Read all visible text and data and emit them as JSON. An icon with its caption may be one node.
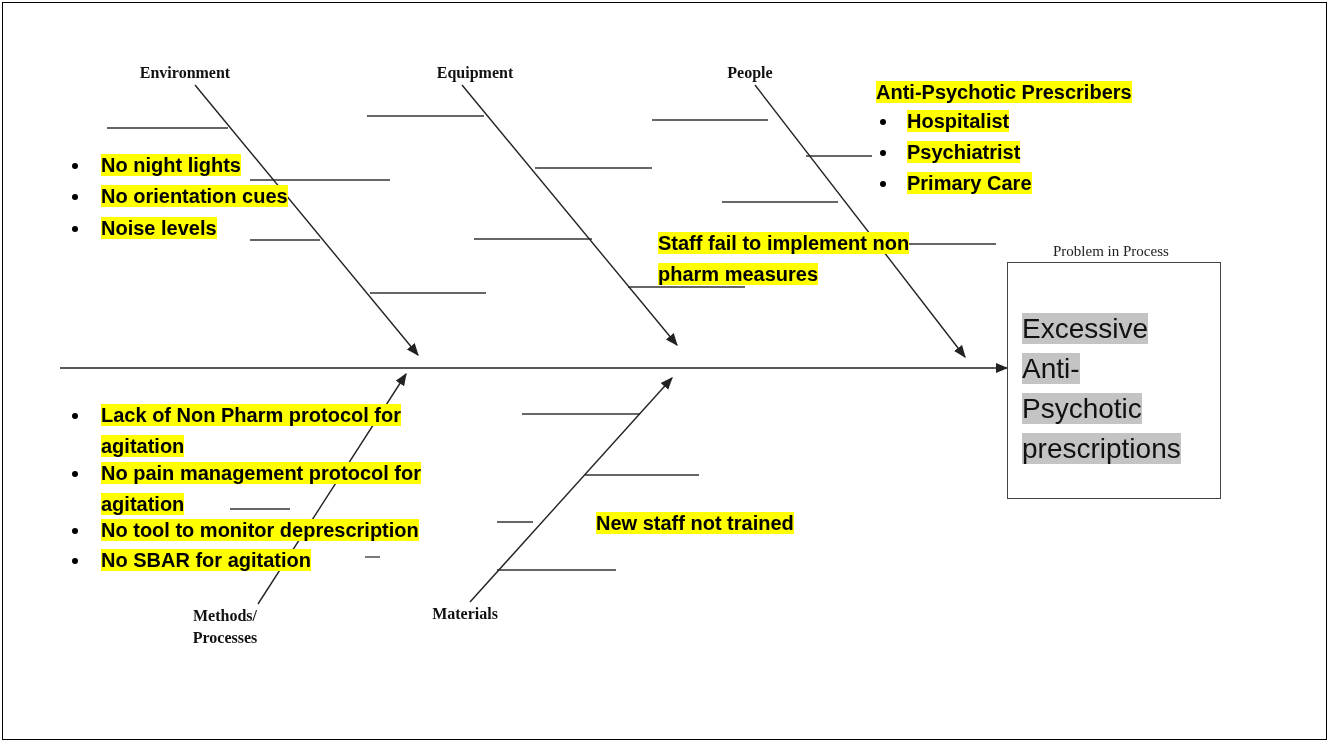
{
  "diagram": {
    "nodes": [
      {
        "text": [
          "Environment"
        ]
      },
      {
        "text": [
          "Equipment"
        ]
      },
      {
        "text": [
          "People"
        ]
      },
      {
        "text": [
          "Methods/ Processes"
        ]
      },
      {
        "text": [
          "Materials"
        ]
      },
      {
        "text": [
          "Problem in Process",
          "Excessive Anti-Psychotic prescriptions"
        ]
      }
    ],
    "edges": [
      {
        "from": 0,
        "to": null,
        "arrow": "to"
      },
      {
        "from": 1,
        "to": null,
        "arrow": "to"
      },
      {
        "from": 2,
        "to": null,
        "arrow": "to"
      },
      {
        "from": 3,
        "to": null,
        "arrow": "to"
      },
      {
        "from": 4,
        "to": null,
        "arrow": "to"
      },
      {
        "from": null,
        "to": 5,
        "arrow": "to"
      }
    ],
    "labels": [
      "No night lights",
      "No orientation cues",
      "Noise levels",
      "Anti-Psychotic Prescribers",
      "Hospitalist",
      "Psychiatrist",
      "Primary Care",
      "Staff fail to implement non pharm measures",
      "Lack of Non Pharm protocol for agitation",
      "No pain management protocol for agitation",
      "No tool to monitor deprescription",
      "No SBAR for agitation",
      "New staff not trained"
    ]
  }
}
